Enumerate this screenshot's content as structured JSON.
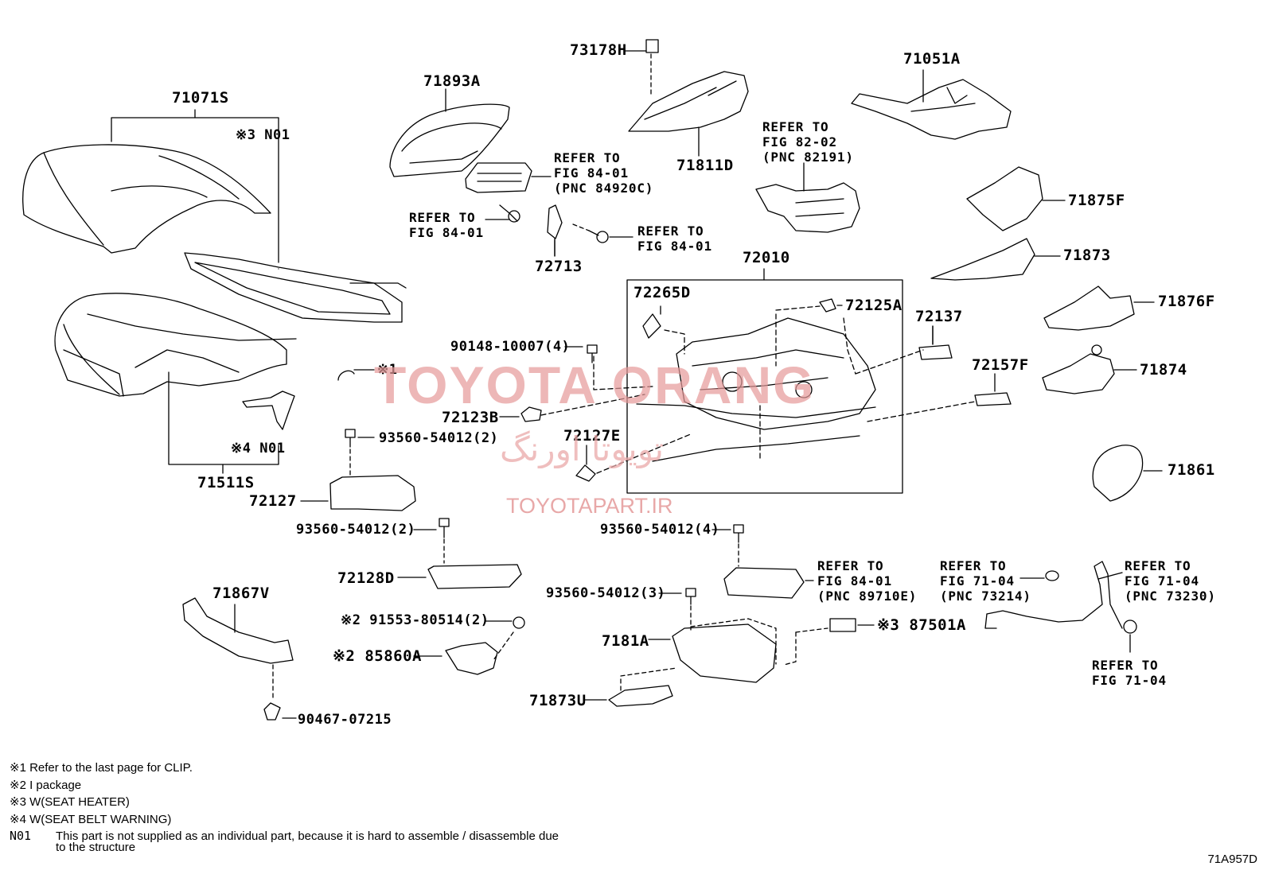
{
  "parts": {
    "p71071S": "71071S",
    "p71893A": "71893A",
    "p73178H": "73178H",
    "p71811D": "71811D",
    "p71051A": "71051A",
    "p71875F": "71875F",
    "p71873": "71873",
    "p71876F": "71876F",
    "p71874": "71874",
    "p71861": "71861",
    "p72010": "72010",
    "p72265D": "72265D",
    "p72125A": "72125A",
    "p72137": "72137",
    "p72157F": "72157F",
    "p72713": "72713",
    "p90148": "90148-10007(4)",
    "p72123B": "72123B",
    "p72127E": "72127E",
    "p93560a": "93560-54012(2)",
    "p72127": "72127",
    "p71511S": "71511S",
    "p93560b": "93560-54012(2)",
    "p72128D": "72128D",
    "p71867V": "71867V",
    "p91553": "91553-80514(2)",
    "p85860A": "85860A",
    "p90467": "90467-07215",
    "p93560c": "93560-54012(4)",
    "p93560d": "93560-54012(3)",
    "p7181A": "7181A",
    "p71873U": "71873U",
    "p87501A": "87501A",
    "n01a": "N01",
    "n01b": "N01",
    "clip_mark": "※1",
    "mark3": "※3",
    "mark4": "※4",
    "mark2a": "※2",
    "mark2b": "※2",
    "mark3b": "※3"
  },
  "refs": {
    "r1": "REFER TO\nFIG 84-01\n(PNC 84920C)",
    "r2": "REFER TO\nFIG 84-01",
    "r3": "REFER TO\nFIG 84-01",
    "r4": "REFER TO\nFIG 82-02\n(PNC 82191)",
    "r5": "REFER TO\nFIG 84-01\n(PNC 89710E)",
    "r6": "REFER TO\nFIG 71-04\n(PNC 73214)",
    "r7": "REFER TO\nFIG 71-04\n(PNC 73230)",
    "r8": "REFER TO\nFIG 71-04"
  },
  "watermark": {
    "main": "TOYOTA ORANG",
    "persian": "تویوتا اورنگ",
    "url": "TOYOTAPART.IR"
  },
  "notes": [
    "※1 Refer to the last page for CLIP.",
    "※2 I package",
    "※3 W(SEAT HEATER)",
    "※4 W(SEAT BELT WARNING)"
  ],
  "n01_note": {
    "mark": "N01",
    "text": "This part is not supplied as an individual part, because it is hard to assemble / disassemble due to the structure"
  },
  "doc_code": "71A957D"
}
